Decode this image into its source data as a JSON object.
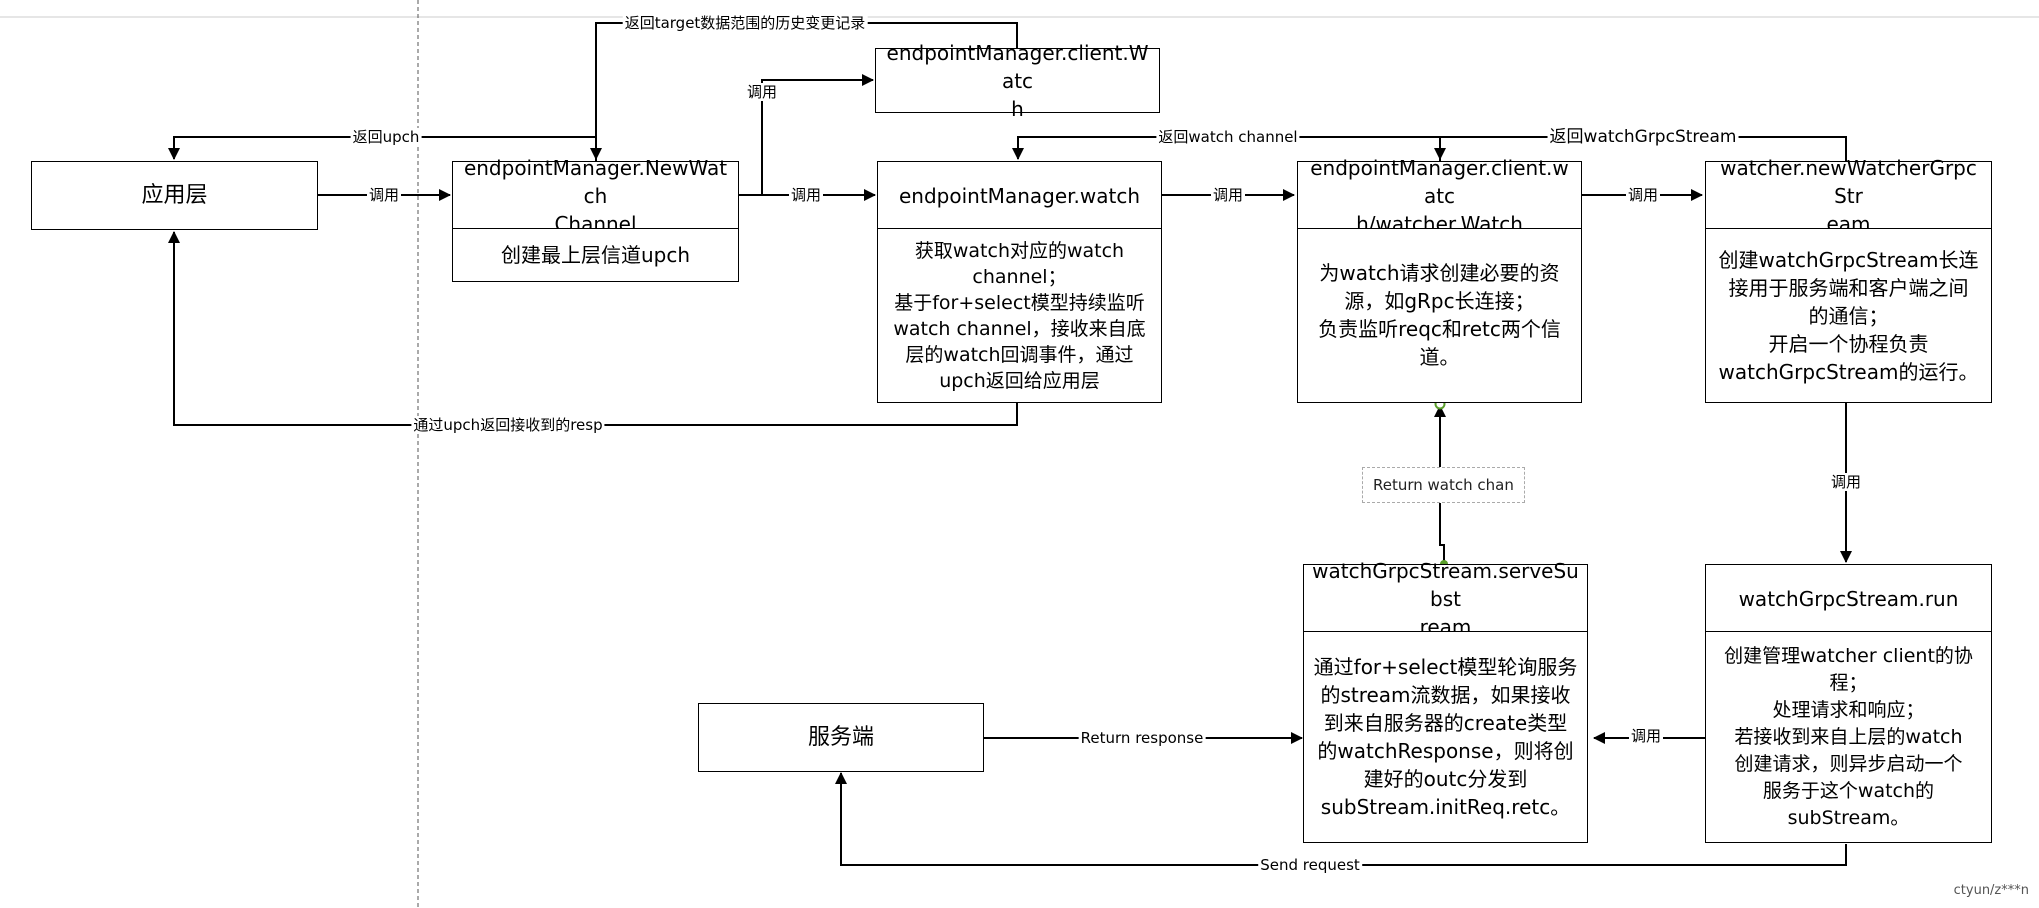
{
  "boxes": {
    "app_layer": "应用层",
    "new_watch_channel_title": "endpointManager.NewWatch\nChannel",
    "new_watch_channel_desc": "创建最上层信道upch",
    "client_watch_top": "endpointManager.client.Watc\nh",
    "manager_watch_title": "endpointManager.watch",
    "manager_watch_desc": "获取watch对应的watch\nchannel；\n基于for+select模型持续监听\nwatch channel，接收来自底\n层的watch回调事件，通过\nupch返回给应用层",
    "client_watcher_title": "endpointManager.client.watc\nh/watcher.Watch",
    "client_watcher_desc": "为watch请求创建必要的资\n源，如gRpc长连接；\n负责监听reqc和retc两个信\n道。",
    "new_watcher_stream_title": "watcher.newWatcherGrpcStr\neam",
    "new_watcher_stream_desc": "创建watchGrpcStream长连\n接用于服务端和客户端之间\n的通信；\n开启一个协程负责\nwatchGrpcStream的运行。",
    "serve_substream_title": "watchGrpcStream.serveSubst\nream",
    "serve_substream_desc": "通过for+select模型轮询服务\n的stream流数据，如果接收\n到来自服务器的create类型\n的watchResponse，则将创\n建好的outc分发到\nsubStream.initReq.retc。",
    "stream_run_title": "watchGrpcStream.run",
    "stream_run_desc": "创建管理watcher client的协\n程；\n处理请求和响应；\n若接收到来自上层的watch\n创建请求，则异步启动一个\n服务于这个watch的\nsubStream。",
    "server": "服务端"
  },
  "edge_labels": {
    "return_target_history": "返回target数据范围的历史变更记录",
    "call_top": "调用",
    "return_upch": "返回upch",
    "call_app_to_nwc": "调用",
    "call_nwc_to_watch": "调用",
    "return_watch_channel": "返回watch channel",
    "return_watch_grpc_stream": "返回watchGrpcStream",
    "call_watch_to_client": "调用",
    "call_client_to_newstream": "调用",
    "return_resp_via_upch": "通过upch返回接收到的resp",
    "call_down": "调用",
    "return_watch_chan": "Return watch chan",
    "call_run_to_serve": "调用",
    "return_response": "Return response",
    "send_request": "Send request"
  },
  "watermark": "ctyun/z***n"
}
